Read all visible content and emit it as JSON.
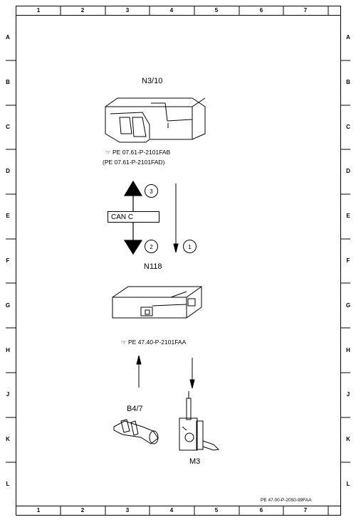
{
  "grid": {
    "columns": [
      "1",
      "2",
      "3",
      "4",
      "5",
      "6",
      "7"
    ],
    "rows": [
      "A",
      "B",
      "C",
      "D",
      "E",
      "F",
      "G",
      "H",
      "J",
      "K",
      "L"
    ]
  },
  "components": {
    "n3_10": {
      "label": "N3/10",
      "ref1": "PE 07.61-P-2101FAB",
      "ref2": "(PE 07.61-P-2101FAD)"
    },
    "n118": {
      "label": "N118",
      "ref1": "PE 47.40-P-2101FAA"
    },
    "b4_7": {
      "label": "B4/7"
    },
    "m3": {
      "label": "M3"
    }
  },
  "bus": {
    "label": "CAN C"
  },
  "signals": [
    "1",
    "2",
    "3"
  ],
  "footer": {
    "code": "PE 47.00-P-2050-99FAA"
  }
}
